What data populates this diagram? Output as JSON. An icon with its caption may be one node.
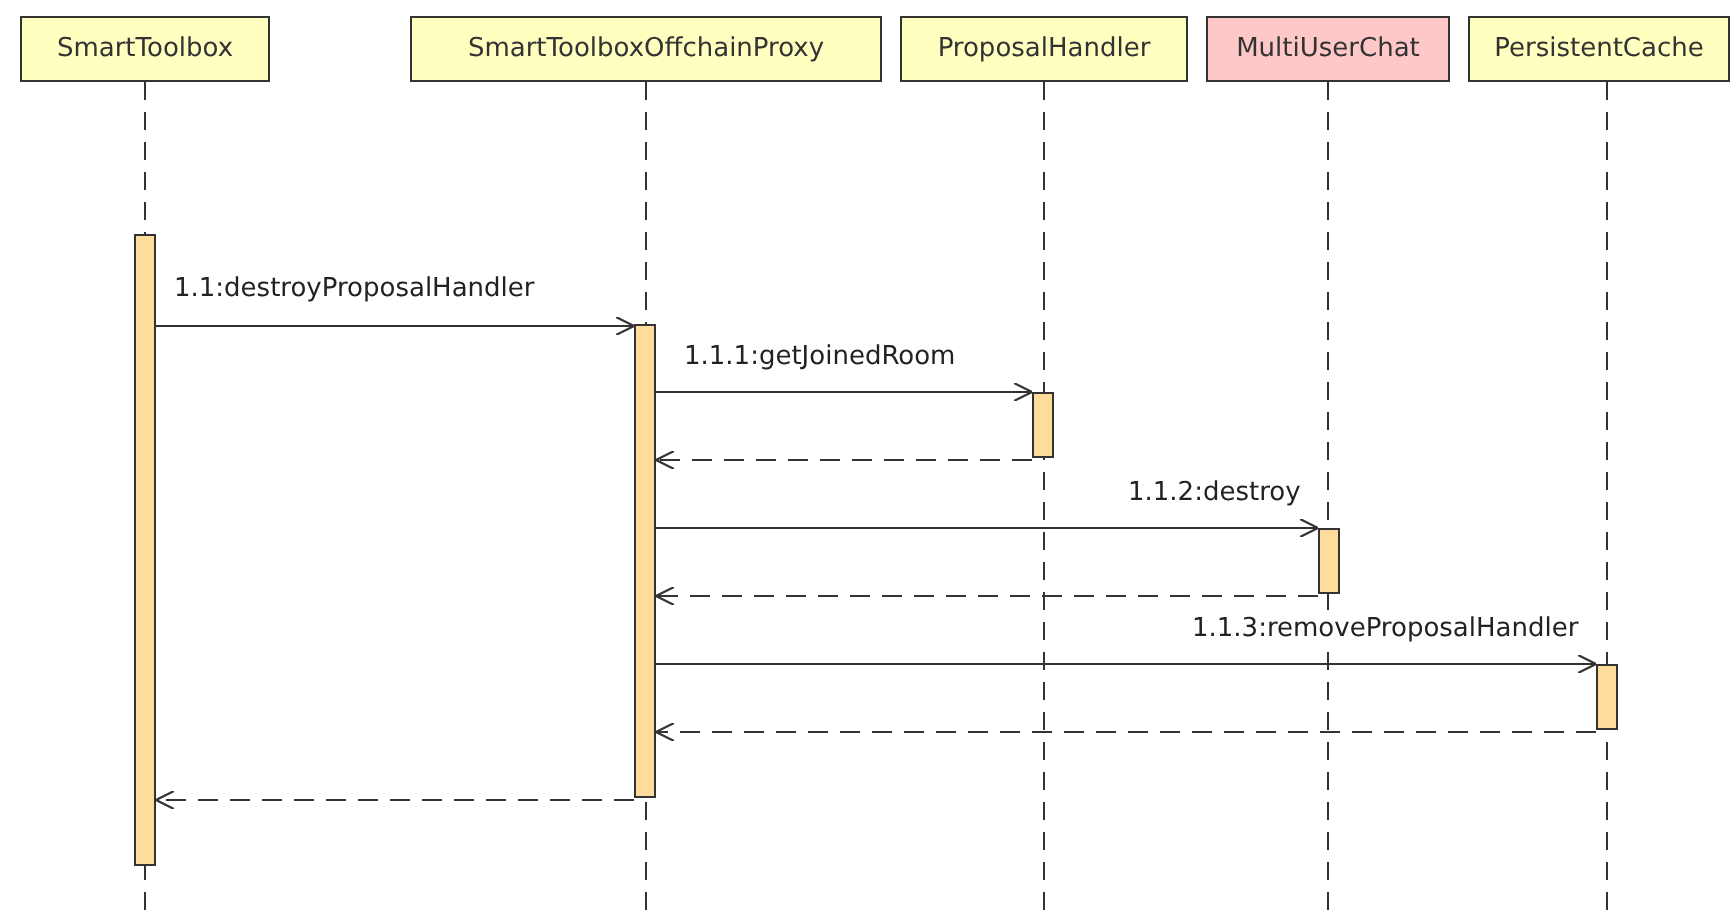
{
  "diagram": {
    "nodes": [
      {
        "text": [
          "SmartToolbox"
        ]
      },
      {
        "text": [
          "SmartToolboxOffchainProxy"
        ]
      },
      {
        "text": [
          "ProposalHandler"
        ]
      },
      {
        "text": [
          "MultiUserChat"
        ]
      },
      {
        "text": [
          "PersistentCache"
        ]
      },
      {
        "text": [],
        "shape": "bar"
      },
      {
        "text": [],
        "shape": "bar"
      },
      {
        "text": [],
        "shape": "bar"
      },
      {
        "text": [],
        "shape": "bar"
      },
      {
        "text": [],
        "shape": "bar"
      }
    ],
    "edges": [
      {
        "from": 5,
        "to": 6,
        "arrow": "to",
        "label": "1.1:destroyProposalHandler"
      },
      {
        "from": 6,
        "to": 7,
        "arrow": "to",
        "label": "1.1.1:getJoinedRoom"
      },
      {
        "from": 7,
        "to": 6,
        "arrow": "to",
        "style": "dashed"
      },
      {
        "from": 6,
        "to": 8,
        "arrow": "to",
        "label": "1.1.2:destroy"
      },
      {
        "from": 8,
        "to": 6,
        "arrow": "to",
        "style": "dashed"
      },
      {
        "from": 6,
        "to": 9,
        "arrow": "to",
        "label": "1.1.3:removeProposalHandler"
      },
      {
        "from": 9,
        "to": 6,
        "arrow": "to",
        "style": "dashed"
      },
      {
        "from": 6,
        "to": 5,
        "arrow": "to",
        "style": "dashed"
      }
    ]
  }
}
